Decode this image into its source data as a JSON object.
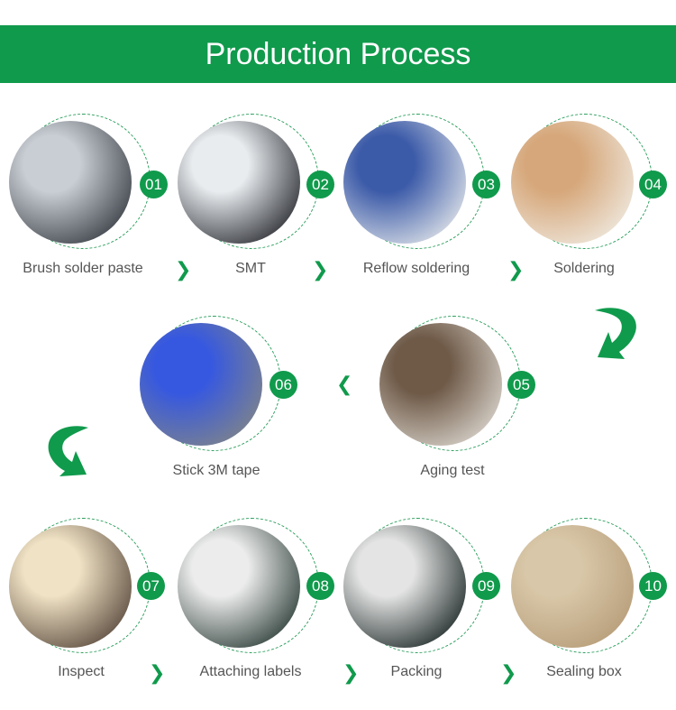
{
  "header": {
    "title": "Production Process",
    "color": "#109a4c"
  },
  "steps": [
    {
      "num": "01",
      "label": "Brush solder paste",
      "photo": "screen-printing-machine",
      "c1": "#3a3f46",
      "c2": "#c9ced4"
    },
    {
      "num": "02",
      "label": "SMT",
      "photo": "smt-pick-and-place-machine",
      "c1": "#2b2d33",
      "c2": "#e8ecef"
    },
    {
      "num": "03",
      "label": "Reflow soldering",
      "photo": "reflow-oven",
      "c1": "#dfe3e8",
      "c2": "#3b5aa8"
    },
    {
      "num": "04",
      "label": "Soldering",
      "photo": "hand-soldering-led-strip",
      "c1": "#efe9df",
      "c2": "#d6a77a"
    },
    {
      "num": "05",
      "label": "Aging test",
      "photo": "aging-test-bench",
      "c1": "#d9d4cc",
      "c2": "#6f5a48"
    },
    {
      "num": "06",
      "label": "Stick 3M tape",
      "photo": "3m-tape-strip",
      "c1": "#7f8489",
      "c2": "#3658e0"
    },
    {
      "num": "07",
      "label": "Inspect",
      "photo": "inspection-worker",
      "c1": "#5a4a3e",
      "c2": "#f0e2c4"
    },
    {
      "num": "08",
      "label": "Attaching labels",
      "photo": "label-bag",
      "c1": "#2e3f3a",
      "c2": "#ececec"
    },
    {
      "num": "09",
      "label": "Packing",
      "photo": "packing-reel-bag",
      "c1": "#1f2b29",
      "c2": "#e4e4e4"
    },
    {
      "num": "10",
      "label": "Sealing box",
      "photo": "cardboard-box",
      "c1": "#b79d79",
      "c2": "#d8c7a8"
    }
  ],
  "arrows": {
    "row1": [
      "chevron-right",
      "chevron-right",
      "chevron-right"
    ],
    "row2": [
      "chevron-left"
    ],
    "row3": [
      "chevron-right",
      "chevron-right",
      "chevron-right"
    ],
    "chevron_right_glyph": "❯",
    "chevron_left_glyph": "❮"
  }
}
